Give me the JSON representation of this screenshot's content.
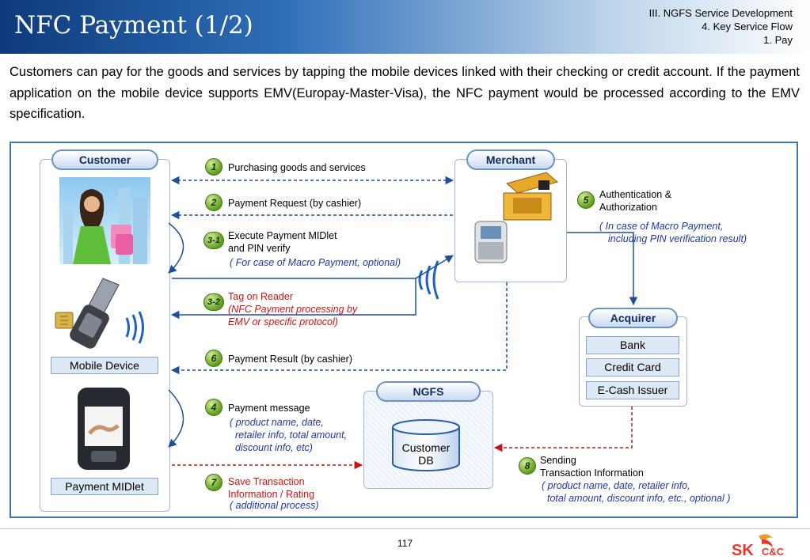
{
  "header": {
    "title": "NFC Payment (1/2)",
    "breadcrumb": [
      "III. NGFS Service Development",
      "4. Key Service Flow",
      "1. Pay"
    ]
  },
  "intro": "Customers can pay for the goods and services by tapping the mobile devices linked with their checking or credit account. If the payment application on the mobile device supports EMV(Europay-Master-Visa), the NFC payment would be processed  according to the EMV specification.",
  "actors": {
    "customer": "Customer",
    "merchant": "Merchant",
    "acquirer": "Acquirer",
    "ngfs": "NGFS",
    "customer_db": "Customer DB",
    "mobile_device": "Mobile Device",
    "payment_midlet": "Payment MIDlet",
    "acquirer_items": [
      "Bank",
      "Credit Card",
      "E-Cash Issuer"
    ]
  },
  "steps": {
    "s1": {
      "num": "1",
      "label": "Purchasing goods and services"
    },
    "s2": {
      "num": "2",
      "label": "Payment Request (by cashier)"
    },
    "s31": {
      "num": "3-1",
      "label1": "Execute Payment MIDlet",
      "label2": "and PIN verify",
      "note": "( For case of Macro Payment, optional)"
    },
    "s32": {
      "num": "3-2",
      "label": "Tag on Reader",
      "note1": "(NFC Payment processing by",
      "note2": "EMV or specific protocol)"
    },
    "s4": {
      "num": "4",
      "label": "Payment message",
      "note1": "( product name, date,",
      "note2": "retailer info, total amount,",
      "note3": "discount info, etc)"
    },
    "s5": {
      "num": "5",
      "label1": "Authentication &",
      "label2": "Authorization",
      "note1": "( In case of Macro Payment,",
      "note2": "including PIN verification result)"
    },
    "s6": {
      "num": "6",
      "label": "Payment Result (by cashier)"
    },
    "s7": {
      "num": "7",
      "label1": "Save Transaction",
      "label2": "Information / Rating",
      "note": "( additional process)"
    },
    "s8": {
      "num": "8",
      "label1": "Sending",
      "label2": "Transaction Information",
      "note1": "( product name, date, retailer info,",
      "note2": "total amount, discount info, etc., optional )"
    }
  },
  "footer": {
    "page": "117",
    "logo": "SK C&C"
  },
  "colors": {
    "header": "#1b4f93",
    "frame": "#3b78b8",
    "arrow_blue": "#1e4f9a",
    "arrow_red": "#c81414",
    "step": "#6aa82a"
  }
}
